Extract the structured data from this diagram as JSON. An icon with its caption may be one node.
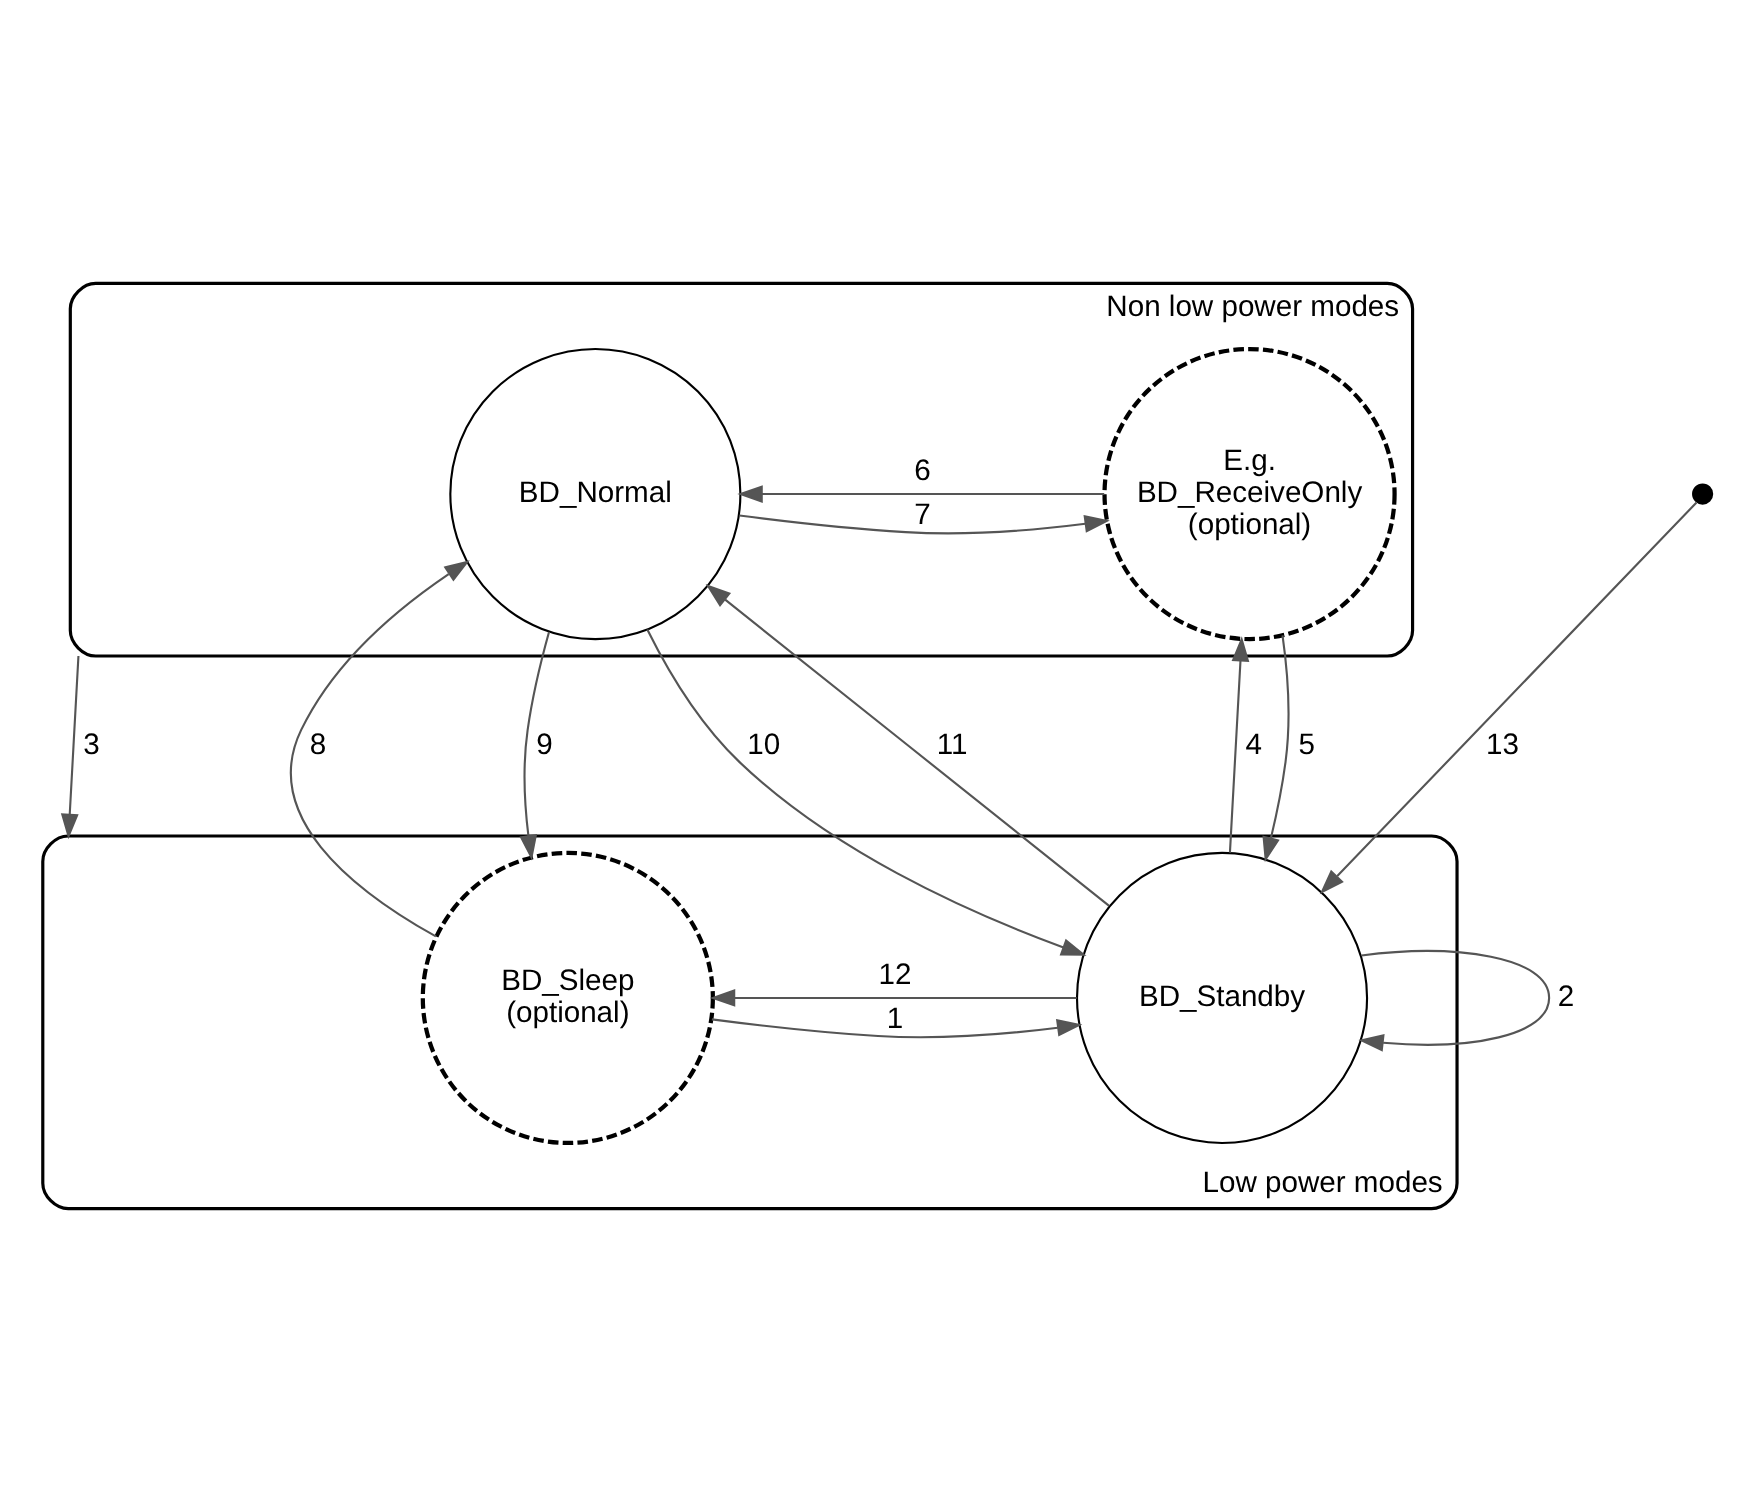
{
  "diagram": {
    "nodes": [
      {
        "text": [
          "Non low power modes"
        ]
      },
      {
        "text": [
          "E.g. BD_ReceiveOnly (optional)"
        ],
        "in": 0
      },
      {
        "text": [
          "BD_Normal"
        ],
        "in": 0
      },
      {
        "text": [
          "Low power modes"
        ]
      },
      {
        "text": [
          "BD_Standby"
        ],
        "in": 3
      },
      {
        "text": [
          "BD_Sleep (optional)"
        ],
        "in": 3
      },
      {
        "text": [],
        "shape": "circle"
      }
    ],
    "edges": [
      {
        "from": 5,
        "to": 4,
        "arrow": "to",
        "label": "1"
      },
      {
        "from": 4,
        "to": 4,
        "arrow": "to",
        "label": "2"
      },
      {
        "from": 0,
        "to": 3,
        "arrow": "to",
        "label": "3"
      },
      {
        "from": 4,
        "to": 1,
        "arrow": "to",
        "label": "4"
      },
      {
        "from": 1,
        "to": 4,
        "arrow": "to",
        "label": "5"
      },
      {
        "from": 1,
        "to": 2,
        "arrow": "to",
        "label": "6"
      },
      {
        "from": 2,
        "to": 1,
        "arrow": "to",
        "label": "7"
      },
      {
        "from": 5,
        "to": 2,
        "arrow": "to",
        "label": "8"
      },
      {
        "from": 2,
        "to": 5,
        "arrow": "to",
        "label": "9"
      },
      {
        "from": 2,
        "to": 4,
        "arrow": "to",
        "label": "10"
      },
      {
        "from": 4,
        "to": 2,
        "arrow": "to",
        "label": "11"
      },
      {
        "from": 4,
        "to": 5,
        "arrow": "to",
        "label": "12"
      },
      {
        "from": 6,
        "to": 4,
        "arrow": "to",
        "label": "13"
      }
    ]
  }
}
